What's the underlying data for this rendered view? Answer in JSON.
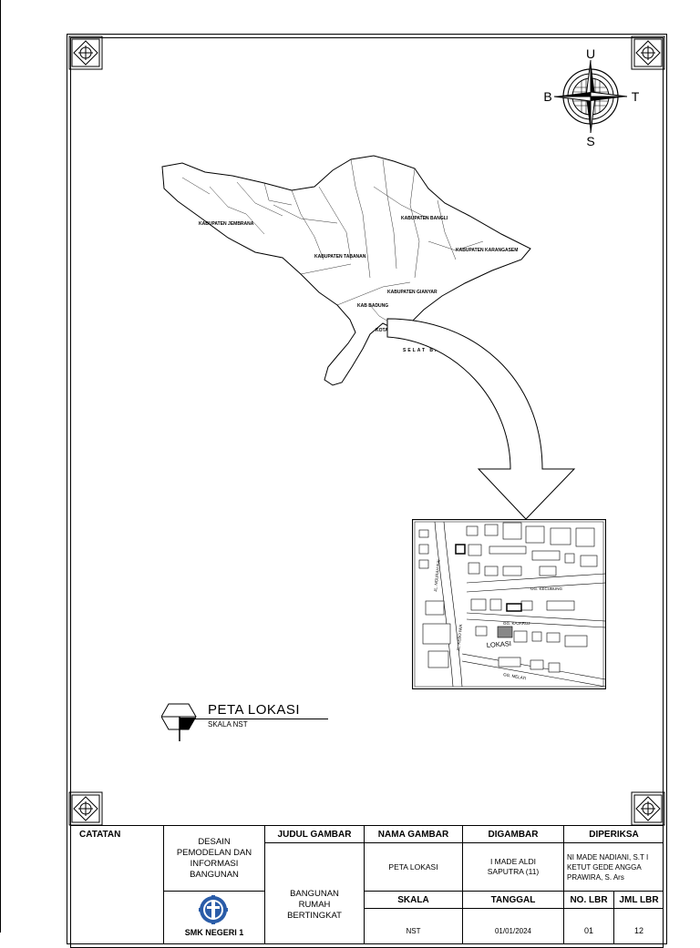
{
  "compass": {
    "north": "U",
    "south": "S",
    "east": "T",
    "west": "B"
  },
  "legend": {
    "title": "PETA  LOKASI",
    "scale_label": "SKALA NST"
  },
  "map_labels": {
    "jembrana": "KABUPATEN JEMBRANA",
    "tabanan": "KABUPATEN TABANAN",
    "bangli": "KABUPATEN BANGLI",
    "karangasem": "KABUPATEN KARANGASEM",
    "gianyar": "KABUPATEN GIANYAR",
    "badung": "KAB BADUNG",
    "denpasar": "KOTA DENPASAR",
    "selat": "SELAT BADUNG"
  },
  "site_plan": {
    "streets": [
      "GG. KECUBUNG",
      "GG. KAJARUJ",
      "GG. MELATI",
      "JL. NGURAH RAI",
      "JL. KEBO IWA"
    ],
    "location_label": "LOKASI"
  },
  "title_block": {
    "notes_header": "CATATAN",
    "program": "DESAIN PEMODELAN DAN INFORMASI BANGUNAN",
    "school": "SMK NEGERI 1",
    "judul_header": "JUDUL GAMBAR",
    "judul_value": "BANGUNAN RUMAH BERTINGKAT",
    "nama_header": "NAMA GAMBAR",
    "nama_value": "PETA LOKASI",
    "digambar_header": "DIGAMBAR",
    "digambar_value": "I MADE ALDI SAPUTRA (11)",
    "diperiksa_header": "DIPERIKSA",
    "diperiksa_value": "NI MADE NADIANI, S.T I KETUT GEDE ANGGA PRAWIRA, S. Ars",
    "skala_header": "SKALA",
    "skala_value": "NST",
    "tanggal_header": "TANGGAL",
    "tanggal_value": "01/01/2024",
    "nolbr_header": "NO. LBR",
    "nolbr_value": "01",
    "jmllbr_header": "JML LBR",
    "jmllbr_value": "12"
  }
}
